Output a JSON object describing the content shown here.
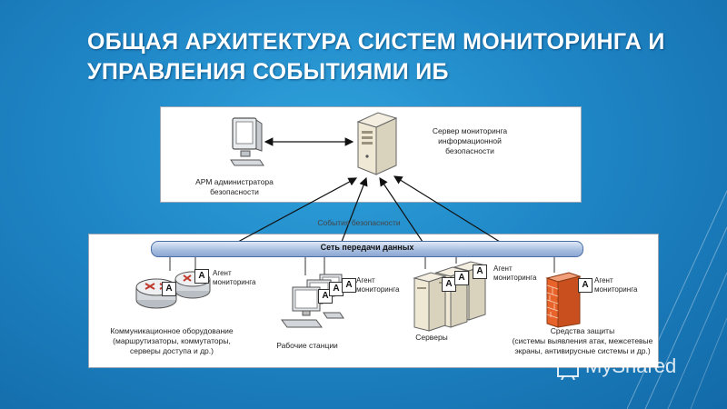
{
  "slide": {
    "title_line1": "ОБЩАЯ АРХИТЕКТУРА СИСТЕМ МОНИТОРИНГА И",
    "title_line2": "УПРАВЛЕНИЯ СОБЫТИЯМИ ИБ"
  },
  "diagram": {
    "server_label": "Сервер мониторинга информационной безопасности",
    "server_label_lines": [
      "Сервер мониторинга",
      "информационной",
      "безопасности"
    ],
    "admin_label_lines": [
      "АРМ администратора",
      "безопасности"
    ],
    "events_label": "События безопасности",
    "bus_label": "Сеть передачи данных",
    "agent_label_lines": [
      "Агент",
      "мониторинга"
    ],
    "agent_badge": "A",
    "comm_label_lines": [
      "Коммуникационное оборудование",
      "(маршрутизаторы, коммутаторы,",
      "серверы доступа и др.)"
    ],
    "workstations_label": "Рабочие станции",
    "servers_label": "Серверы",
    "protection_label_lines": [
      "Средства защиты",
      "(системы выявления атак, межсетевые",
      "экраны, антивирусные системы и др.)"
    ]
  },
  "watermark": {
    "text": "MyShared"
  },
  "colors": {
    "background": "#1f86c6",
    "title": "#ffffff",
    "firewall": "#e8632a",
    "bus": "#a9bfe0"
  }
}
